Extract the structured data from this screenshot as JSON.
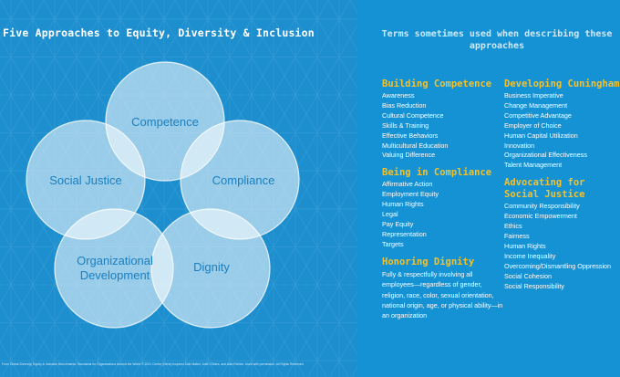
{
  "title": "Five Approaches to Equity, Diversity & Inclusion",
  "diagram": {
    "circles": [
      {
        "label_lines": [
          "Competence"
        ]
      },
      {
        "label_lines": [
          "Social Justice"
        ]
      },
      {
        "label_lines": [
          "Compliance"
        ]
      },
      {
        "label_lines": [
          "Organizational",
          "Development"
        ]
      },
      {
        "label_lines": [
          "Dignity"
        ]
      }
    ]
  },
  "terms_panel": {
    "title": "Terms sometimes used when describing these approaches",
    "groups": {
      "building_competence": {
        "title": "Building Competence",
        "terms": [
          "Awareness",
          "Bias Reduction",
          "Cultural Competence",
          "Skills & Training",
          "Effective Behaviors",
          "Multicultural Education",
          "Valuing Difference"
        ]
      },
      "being_in_compliance": {
        "title": "Being in Compliance",
        "terms": [
          "Affirmative Action",
          "Employment Equity",
          "Human Rights",
          "Legal",
          "Pay Equity",
          "Representation",
          "Targets"
        ]
      },
      "honoring_dignity": {
        "title": "Honoring Dignity",
        "text": "Fully & respectfully involving all employees—regardless of gender, religion, race, color, sexual orientation, national origin, age, or physical ability—in an organization"
      },
      "developing": {
        "title": "Developing Cuningham",
        "terms": [
          "Business Imperative",
          "Change Management",
          "Competitive Advantage",
          "Employer of Choice",
          "Human Capital Utilization",
          "Innovation",
          "Organizational Effectiveness",
          "Talent Management"
        ]
      },
      "advocating": {
        "title_lines": [
          "Advocating for",
          "Social Justice"
        ],
        "terms": [
          "Community Responsibility",
          "Economic Empowerment",
          "Ethics",
          "Fairness",
          "Human Rights",
          "Income Inequality",
          "Overcoming/Dismantling Oppression",
          "Social Cohesion",
          "Social Responsibility"
        ]
      }
    }
  },
  "footer": "From Global Diversity, Equity & Inclusion Benchmarks: Standards for Organizations Around the World © 2021 Centre (Nene) Inspired Julie Mabel, Julie O'Mara, and Alan Richter. Used with permission. All Rights Reserved."
}
